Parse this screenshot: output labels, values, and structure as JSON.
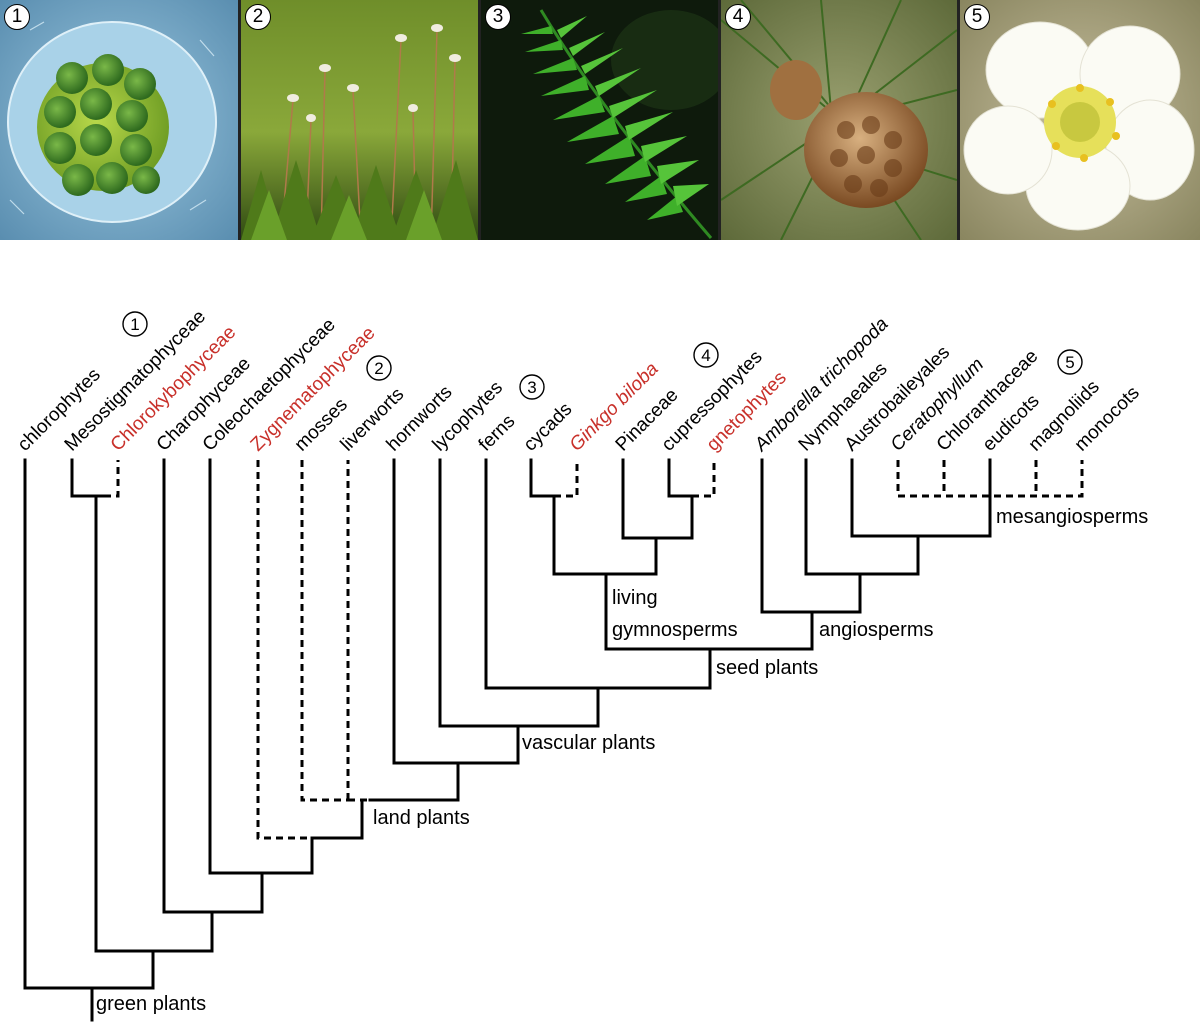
{
  "photos": [
    {
      "number": "1",
      "subject": "green alga colony (chlorophytes)",
      "icon": "algae-colony-image"
    },
    {
      "number": "2",
      "subject": "moss with sporophytes",
      "icon": "moss-image"
    },
    {
      "number": "3",
      "subject": "fern frond",
      "icon": "fern-image"
    },
    {
      "number": "4",
      "subject": "pine cone on branch",
      "icon": "pine-cone-image"
    },
    {
      "number": "5",
      "subject": "white strawberry flower",
      "icon": "flower-image"
    }
  ],
  "tree": {
    "taxa": [
      {
        "label": "chlorophytes",
        "number": "1",
        "red": false,
        "italic": false
      },
      {
        "label": "Mesostigmatophyceae",
        "red": false,
        "italic": false
      },
      {
        "label": "Chlorokybophyceae",
        "red": true,
        "italic": false
      },
      {
        "label": "Charophyceae",
        "red": false,
        "italic": false
      },
      {
        "label": "Coleochaetophyceae",
        "red": false,
        "italic": false
      },
      {
        "label": "Zygnematophyceae",
        "red": true,
        "italic": false
      },
      {
        "label": "mosses",
        "number": "2",
        "red": false,
        "italic": false
      },
      {
        "label": "liverworts",
        "red": false,
        "italic": false
      },
      {
        "label": "hornworts",
        "red": false,
        "italic": false
      },
      {
        "label": "lycophytes",
        "red": false,
        "italic": false
      },
      {
        "label": "ferns",
        "number": "3",
        "red": false,
        "italic": false
      },
      {
        "label": "cycads",
        "red": false,
        "italic": false
      },
      {
        "label": "Ginkgo biloba",
        "red": true,
        "italic": true
      },
      {
        "label": "Pinaceae",
        "number": "4",
        "red": false,
        "italic": false
      },
      {
        "label": "cupressophytes",
        "red": false,
        "italic": false
      },
      {
        "label": "gnetophytes",
        "red": true,
        "italic": false
      },
      {
        "label": "Amborella trichopoda",
        "red": false,
        "italic": true
      },
      {
        "label": "Nymphaeales",
        "red": false,
        "italic": false
      },
      {
        "label": "Austrobaileyales",
        "red": false,
        "italic": false
      },
      {
        "label": "Ceratophyllum",
        "red": false,
        "italic": true
      },
      {
        "label": "Chloranthaceae",
        "red": false,
        "italic": false
      },
      {
        "label": "eudicots",
        "number": "5",
        "red": false,
        "italic": false
      },
      {
        "label": "magnoliids",
        "red": false,
        "italic": false
      },
      {
        "label": "monocots",
        "red": false,
        "italic": false
      }
    ],
    "clades": [
      {
        "id": "mesangiosperms",
        "lines": [
          "mesangiosperms"
        ]
      },
      {
        "id": "living-gymnosperms",
        "lines": [
          "living",
          "gymnosperms"
        ]
      },
      {
        "id": "angiosperms",
        "lines": [
          "angiosperms"
        ]
      },
      {
        "id": "seed-plants",
        "lines": [
          "seed plants"
        ]
      },
      {
        "id": "vascular-plants",
        "lines": [
          "vascular plants"
        ]
      },
      {
        "id": "land-plants",
        "lines": [
          "land plants"
        ]
      },
      {
        "id": "green-plants",
        "lines": [
          "green plants"
        ]
      }
    ],
    "dashed_branches_meaning_uncertain": true,
    "colors": {
      "highlight": "#c8302a",
      "lines": "#000000"
    }
  }
}
